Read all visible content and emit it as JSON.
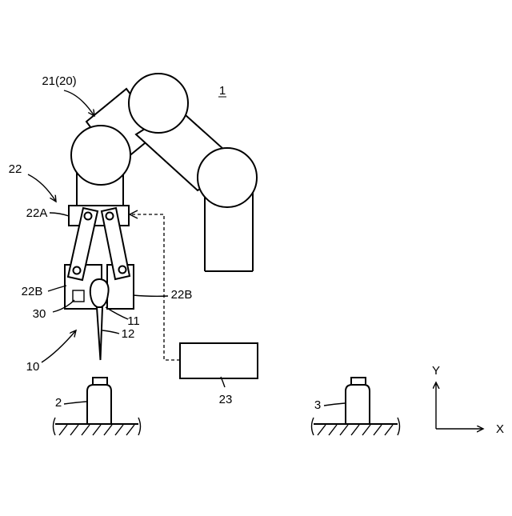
{
  "labels": {
    "robot": "1",
    "bottle_left": "2",
    "bottle_right": "3",
    "tool": "10",
    "tool_head": "11",
    "tool_needle": "12",
    "arm": "21(20)",
    "hand": "22",
    "hand_base": "22A",
    "finger_left": "22B",
    "finger_right": "22B",
    "controller": "23",
    "sensor": "30",
    "axis_y": "Y",
    "axis_x": "X"
  }
}
